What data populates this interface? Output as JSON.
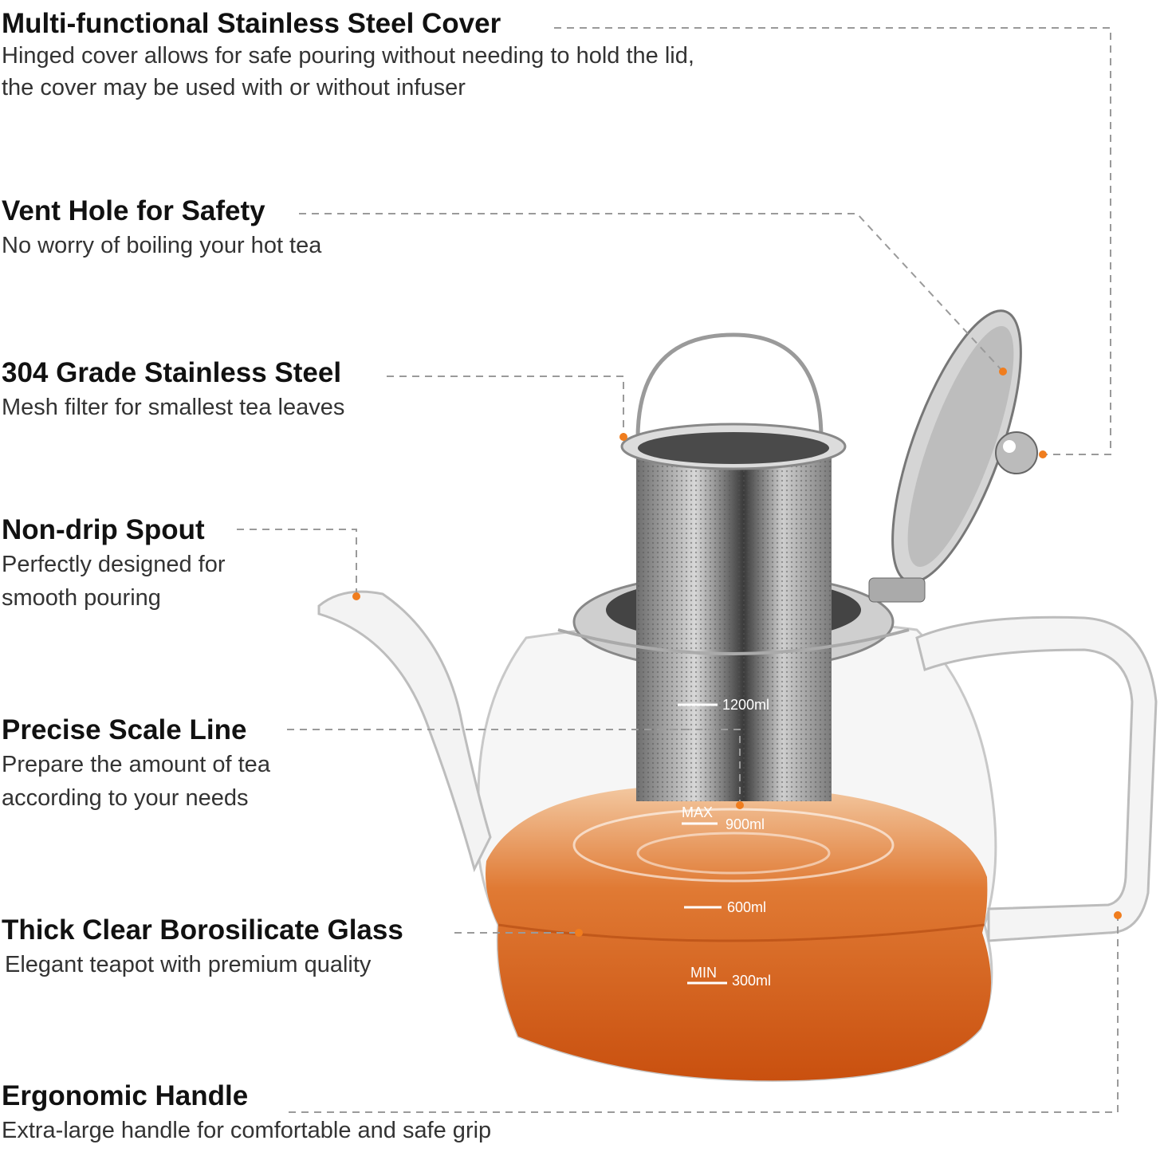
{
  "features": [
    {
      "title": "Multi-functional Stainless Steel Cover",
      "desc": [
        "Hinged cover allows for safe pouring without needing to hold the lid,",
        "the cover may be used with or without infuser"
      ]
    },
    {
      "title": "Vent Hole for Safety",
      "desc": [
        "No worry of boiling your hot tea"
      ]
    },
    {
      "title": "304 Grade Stainless Steel",
      "desc": [
        "Mesh filter for smallest tea leaves"
      ]
    },
    {
      "title": "Non-drip Spout",
      "desc": [
        "Perfectly designed for",
        "smooth pouring"
      ]
    },
    {
      "title": "Precise Scale Line",
      "desc": [
        "Prepare the amount of tea",
        "according to your needs"
      ]
    },
    {
      "title": "Thick Clear Borosilicate Glass",
      "desc": [
        "Elegant teapot with premium quality"
      ]
    },
    {
      "title": "Ergonomic Handle",
      "desc": [
        "Extra-large handle for comfortable and safe grip"
      ]
    }
  ],
  "scale_marks": {
    "m1200": "1200ml",
    "max": "MAX",
    "m900": "900ml",
    "m600": "600ml",
    "min": "MIN",
    "m300": "300ml"
  },
  "colors": {
    "accent_dot": "#f07d1e",
    "tea": "#d9601a",
    "leader": "#9a9a9a"
  }
}
